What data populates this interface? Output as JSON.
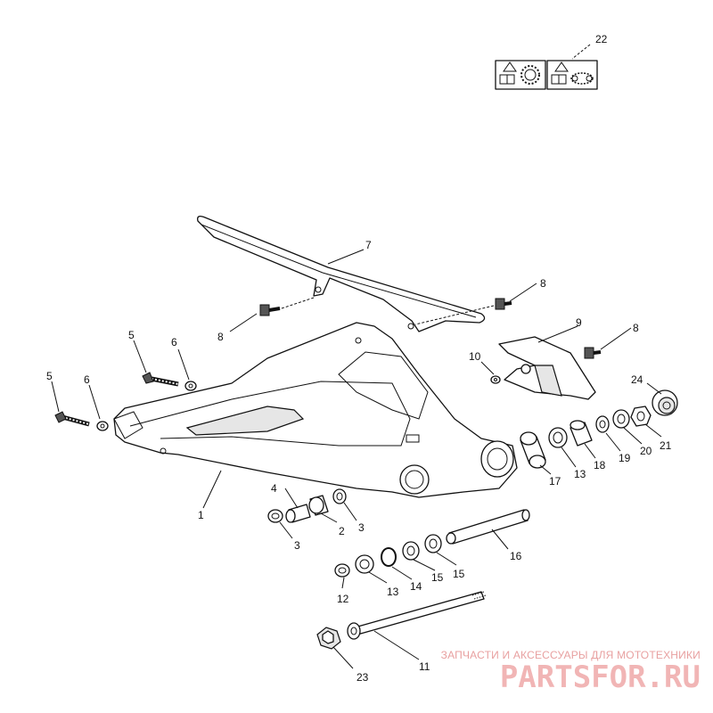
{
  "callouts": {
    "c1": "1",
    "c2": "2",
    "c3a": "3",
    "c3b": "3",
    "c4": "4",
    "c5a": "5",
    "c5b": "5",
    "c6a": "6",
    "c6b": "6",
    "c7": "7",
    "c8a": "8",
    "c8b": "8",
    "c8c": "8",
    "c9": "9",
    "c10": "10",
    "c11": "11",
    "c12": "12",
    "c13a": "13",
    "c13b": "13",
    "c14": "14",
    "c15a": "15",
    "c15b": "15",
    "c16": "16",
    "c17": "17",
    "c18": "18",
    "c19": "19",
    "c20": "20",
    "c21": "21",
    "c22": "22",
    "c23": "23",
    "c24": "24"
  },
  "watermark": {
    "tagline": "ЗАПЧАСТИ И АКСЕССУАРЫ ДЛЯ МОТОТЕХНИКИ",
    "logo": "PARTSFOR.RU"
  },
  "colors": {
    "line": "#111111",
    "watermark": "#e07a7a",
    "background": "#ffffff"
  },
  "icons": [
    "warning-manual-icon",
    "sprocket-icon",
    "warning-manual-icon",
    "chain-icon"
  ]
}
